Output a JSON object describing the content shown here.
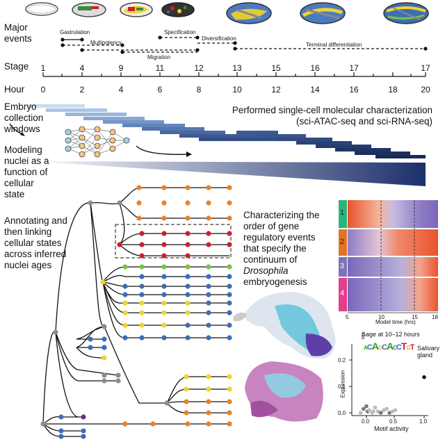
{
  "row_labels": {
    "major_events": "Major events",
    "stage": "Stage",
    "hour": "Hour",
    "embryo": "Embryo collection windows",
    "modeling": "Modeling nuclei as a function of cellular state",
    "annotating": "Annotating and then linking cellular states across inferred nuclei ages"
  },
  "events": {
    "gastrulation": "Gastrulation",
    "multipotency": "Multipotency",
    "specification": "Specification",
    "diversification": "Diversification",
    "migration": "Migration",
    "terminal": "Terminal differentiation"
  },
  "stage_ticks": [
    "1",
    "4",
    "9",
    "11",
    "12",
    "13",
    "15",
    "16",
    "17",
    "17"
  ],
  "hour_ticks": [
    "0",
    "2",
    "4",
    "6",
    "8",
    "10",
    "12",
    "14",
    "16",
    "18",
    "20"
  ],
  "performed": {
    "line1": "Performed single-cell molecular characterization",
    "line2": "(sci-ATAC-seq and sci-RNA-seq)"
  },
  "characterizing": {
    "line1": "Characterizing the",
    "line2": "order of gene",
    "line3": "regulatory events",
    "line4": "that specify the",
    "line5": "continuum of",
    "line6_italic": "Drosophila",
    "line7": "embryogenesis"
  },
  "heatmap": {
    "groups": [
      "1",
      "2",
      "3",
      "4"
    ],
    "group_colors": [
      "#2bb57c",
      "#e0742a",
      "#7e72b8",
      "#e23e8c"
    ],
    "xaxis_label": "Model time (hrs)",
    "xticks": [
      "5",
      "10",
      "15",
      "18"
    ]
  },
  "scatter": {
    "title": "Sage at 10–12 hours",
    "xlabel": "Motif activity",
    "ylabel": "Expression",
    "yticks": [
      "0.0",
      "0.1",
      "0.2"
    ],
    "xticks": [
      "0.0",
      "0.5",
      "1.0"
    ],
    "annotation": "Salivary gland",
    "logo_axis": "bits",
    "logo_letters": "ACAGCACCTGT"
  },
  "colors": {
    "orange": "#e6822a",
    "red": "#c8232c",
    "green": "#7cc242",
    "yellow": "#f2d22e",
    "blue": "#3f6cb5",
    "gray": "#8c8c8c",
    "purple": "#6b2f8f",
    "timeline_dark": "#1c2f6b",
    "timeline_light": "#b9d1ea"
  }
}
